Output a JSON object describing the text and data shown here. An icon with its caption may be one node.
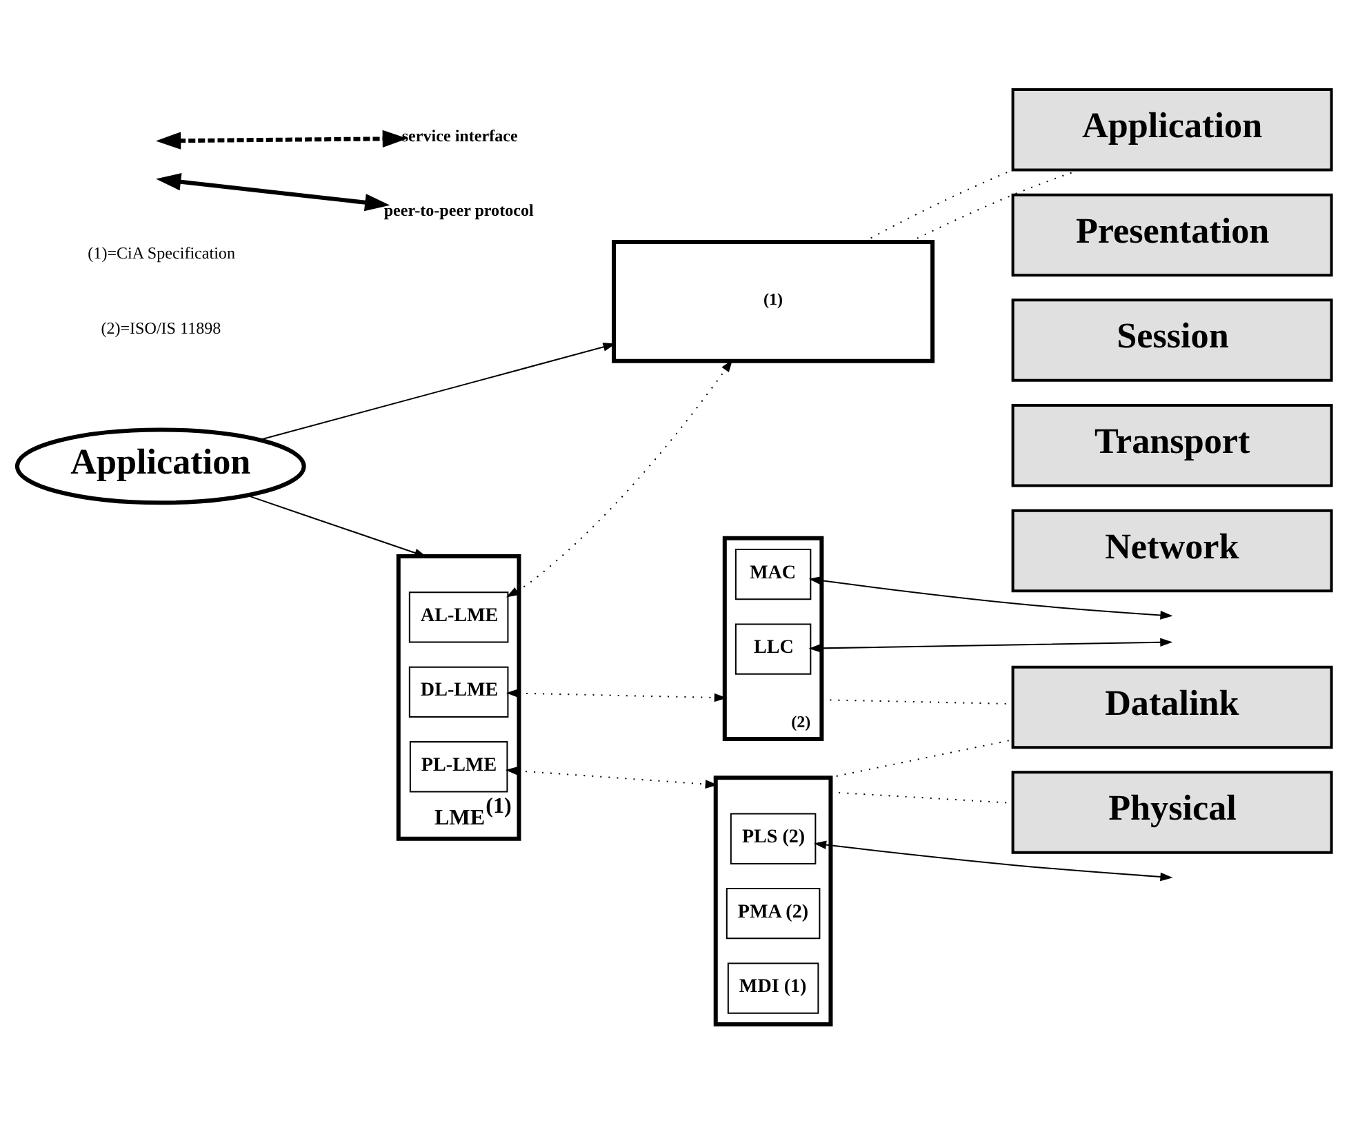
{
  "diagram": {
    "nodes": [
      {
        "text": [
          "Application"
        ]
      },
      {
        "text": [
          "LME$^{(1)}$"
        ]
      },
      {
        "text": [
          "AL-LME"
        ],
        "in": 1
      },
      {
        "text": [
          "DL-LME"
        ],
        "in": 1
      },
      {
        "text": [
          "PL-LME"
        ],
        "in": 1
      },
      {
        "text": [
          "(1)"
        ]
      },
      {
        "text": [
          "(2)"
        ]
      },
      {
        "text": [
          "LLC"
        ],
        "in": 6
      },
      {
        "text": [
          "MAC"
        ],
        "in": 6
      },
      {
        "text": [],
        "shape": "box"
      },
      {
        "text": [
          "PLS (2)"
        ],
        "in": 9
      },
      {
        "text": [
          "PMA (2)"
        ],
        "in": 9
      },
      {
        "text": [
          "MDI (1)"
        ],
        "in": 9
      },
      {
        "text": [
          "Application"
        ]
      },
      {
        "text": [
          "Presentation"
        ]
      },
      {
        "text": [
          "Session"
        ]
      },
      {
        "text": [
          "Transport"
        ]
      },
      {
        "text": [
          "Network"
        ]
      },
      {
        "text": [
          "Datalink"
        ]
      },
      {
        "text": [
          "Physical"
        ]
      }
    ],
    "edges": [
      {
        "from": 0,
        "to": 1,
        "arrow": "to"
      },
      {
        "from": 0,
        "to": 5,
        "arrow": "to"
      },
      {
        "from": 2,
        "to": 5,
        "arrow": "both",
        "style": "dashed"
      },
      {
        "from": 3,
        "to": 6,
        "arrow": "both",
        "style": "dashed"
      },
      {
        "from": 4,
        "to": 9,
        "arrow": "both",
        "style": "dashed"
      },
      {
        "from": 5,
        "to": 13,
        "arrow": "none",
        "style": "dashed"
      },
      {
        "from": 5,
        "to": 13,
        "arrow": "none",
        "style": "dashed"
      },
      {
        "from": 6,
        "to": 18,
        "arrow": "none",
        "style": "dashed"
      },
      {
        "from": 9,
        "to": 18,
        "arrow": "none",
        "style": "dashed"
      },
      {
        "from": 9,
        "to": 19,
        "arrow": "none",
        "style": "dashed"
      },
      {
        "from": 7,
        "to": null,
        "arrow": "both"
      },
      {
        "from": 8,
        "to": null,
        "arrow": "both"
      },
      {
        "from": 10,
        "to": null,
        "arrow": "both"
      }
    ],
    "labels": [
      "(1)=CiA Specification",
      "(2)=ISO/IS 11898"
    ],
    "legend": [
      {
        "text": "service interface"
      },
      {
        "text": "peer-to-peer protocol"
      }
    ]
  }
}
